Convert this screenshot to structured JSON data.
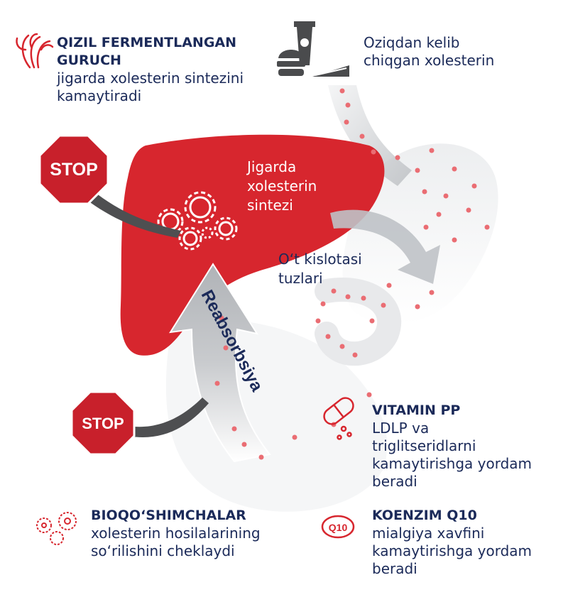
{
  "red_yeast_rice": {
    "title": "QIZIL FERMENTLANGAN GURUCH",
    "description": "jigarda xolesterin sintezini kamaytiradi",
    "icon": "rice-plant-icon"
  },
  "dietary": {
    "description": "Oziqdan kelib chiqgan xolesterin",
    "icon": "food-icon"
  },
  "liver": {
    "synthesis_label": "Jigarda xolesterin sintezi",
    "bile_label": "O‘t kislotasi tuzlari",
    "reabsorption_label": "Reabsorbsiya",
    "gears_icon": "gears-icon"
  },
  "stop_signs": [
    "STOP",
    "STOP"
  ],
  "vitamin_pp": {
    "title": "VITAMIN PP",
    "description": "LDLP va triglitseridlarni kamaytirishga yordam beradi",
    "icon": "capsule-icon"
  },
  "probiotics": {
    "title": "BIOQO‘SHIMCHALAR",
    "description": "xolesterin hosilalarining so‘rilishini cheklaydi",
    "icon": "bacteria-icon"
  },
  "coq10": {
    "title": "KOENZIM Q10",
    "description": "mialgiya xavfini kamaytirishga yordam beradi",
    "icon": "q10-icon",
    "badge": "Q10"
  },
  "colors": {
    "liver": "#d7262e",
    "navy": "#1b2a59",
    "stop": "#c8202b",
    "arrow_gray": "#b9bcc0",
    "dots": "#ea6d73"
  }
}
